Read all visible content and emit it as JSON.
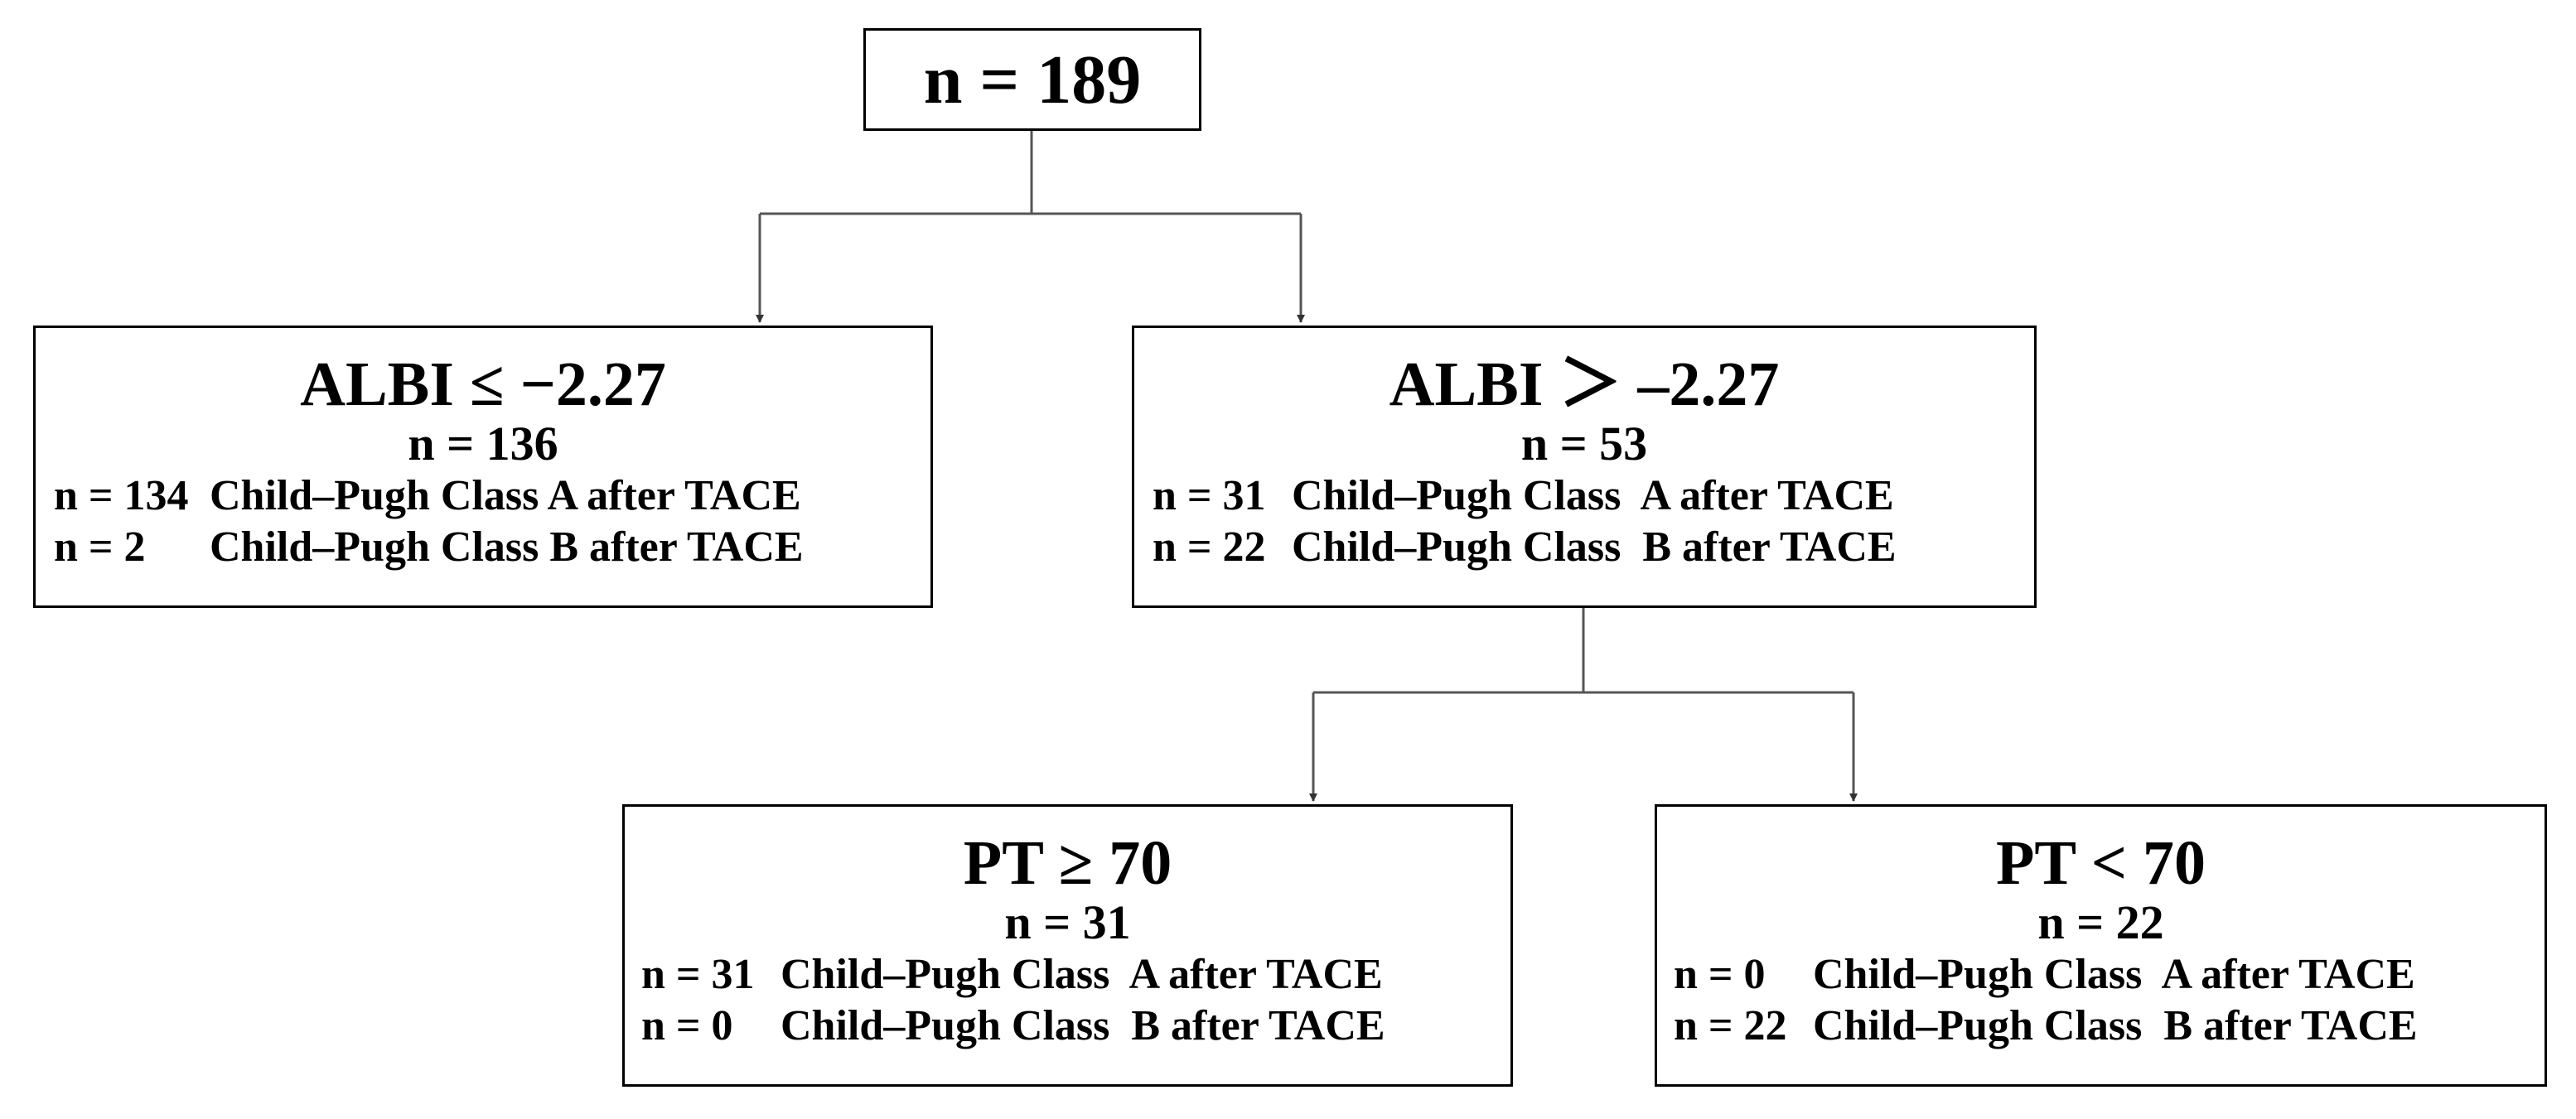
{
  "root": {
    "label": "n = 189"
  },
  "left": {
    "title": "ALBI ≤ −2.27",
    "count": "n = 136",
    "rows": [
      {
        "n": "n = 134",
        "text": "Child–Pugh Class A after TACE"
      },
      {
        "n": "n = 2",
        "text": "Child–Pugh Class B after TACE"
      }
    ]
  },
  "right": {
    "title": "ALBI ＞ –2.27",
    "count": "n = 53",
    "rows": [
      {
        "n": "n = 31",
        "text": "Child–Pugh Class  A after TACE"
      },
      {
        "n": "n = 22",
        "text": "Child–Pugh Class  B after TACE"
      }
    ]
  },
  "pt_high": {
    "title": "PT ≥ 70",
    "count": "n = 31",
    "rows": [
      {
        "n": "n = 31",
        "text": "Child–Pugh Class  A after TACE"
      },
      {
        "n": "n = 0",
        "text": "Child–Pugh Class  B after TACE"
      }
    ]
  },
  "pt_low": {
    "title": "PT < 70",
    "count": "n = 22",
    "rows": [
      {
        "n": "n = 0",
        "text": "Child–Pugh Class  A after TACE"
      },
      {
        "n": "n = 22",
        "text": "Child–Pugh Class  B after TACE"
      }
    ]
  }
}
